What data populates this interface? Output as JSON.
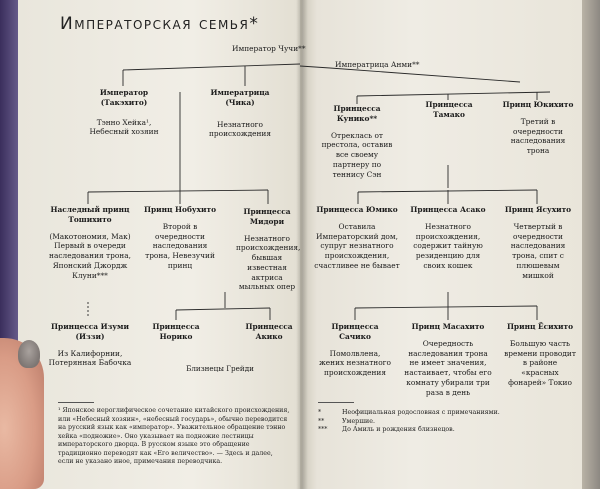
{
  "title": "Императорская семья*",
  "top": {
    "emperor_chuchi": "Император Чучи**",
    "empress_anmi": "Императрица Анми**"
  },
  "nodes": {
    "emperor": {
      "name": "Император (Такэхито)",
      "desc": "Тэнно Хейка¹, Небесный хозяин"
    },
    "empress": {
      "name": "Императрица (Чика)",
      "desc": "Незнатного происхождения"
    },
    "princess_kuniko": {
      "name": "Принцесса Кунико**",
      "desc": "Отреклась от престола, оставив все своему партнеру по теннису Сэн"
    },
    "princess_tamako": {
      "name": "Принцесса Тамако",
      "desc": ""
    },
    "prince_yukihito": {
      "name": "Принц Юкихито",
      "desc": "Третий в очередности наследования трона"
    },
    "crown_prince": {
      "name": "Наследный принц Тошихито",
      "desc": "(Макотономия, Мак) Первый в очереди наследования трона, Японский Джордж Клуни***"
    },
    "prince_nobuhito": {
      "name": "Принц Нобухито",
      "desc": "Второй в очередности наследования трона, Невезучий принц"
    },
    "princess_midori": {
      "name": "Принцесса Мидори",
      "desc": "Незнатного происхождения, бывшая известная актриса мыльных опер"
    },
    "princess_yumiko": {
      "name": "Принцесса Юмико",
      "desc": "Оставила Императорский дом, супруг незнатного происхождения, счастливее не бывает"
    },
    "princess_asako": {
      "name": "Принцесса Асако",
      "desc": "Незнатного происхождения, содержит тайную резиденцию для своих кошек"
    },
    "prince_yasuhito": {
      "name": "Принц Ясухито",
      "desc": "Четвертый в очередности наследования трона, спит с плюшевым мишкой"
    },
    "princess_izumi": {
      "name": "Принцесса Изуми (Иззи)",
      "desc": "Из Калифорнии, Потерянная Бабочка"
    },
    "princess_noriko": {
      "name": "Принцесса Норико",
      "desc": ""
    },
    "princess_akiko": {
      "name": "Принцесса Акико",
      "desc": ""
    },
    "princess_sachiko": {
      "name": "Принцесса Сачико",
      "desc": "Помолвлена, жених незнатного происхождения"
    },
    "prince_masahito": {
      "name": "Принц Масахито",
      "desc": "Очередность наследования трона не имеет значения, настаивает, чтобы его комнату убирали три раза в день"
    },
    "prince_esihito": {
      "name": "Принц Ёсихито",
      "desc": "Большую часть времени проводит в районе «красных фонарей» Токио"
    }
  },
  "twins_label": "Близнецы Грейди",
  "footnote_left": "¹ Японское иероглифическое сочетание китайского происхождения, или «Небесный хозяин», «небесный государь», обычно переводится на русский язык как «император». Уважительное обращение тэнно хейка «подножие». Оно указывает на подножие лестницы императорского дворца. В русском языке это обращение традиционно переводят как «Его величество». — Здесь и далее, если не указано иное, примечания переводчика.",
  "legend": [
    {
      "mark": "*",
      "text": "Неофициальная родословная с примечаниями."
    },
    {
      "mark": "**",
      "text": "Умершие."
    },
    {
      "mark": "***",
      "text": "До Амиль и рождения близнецов."
    }
  ]
}
